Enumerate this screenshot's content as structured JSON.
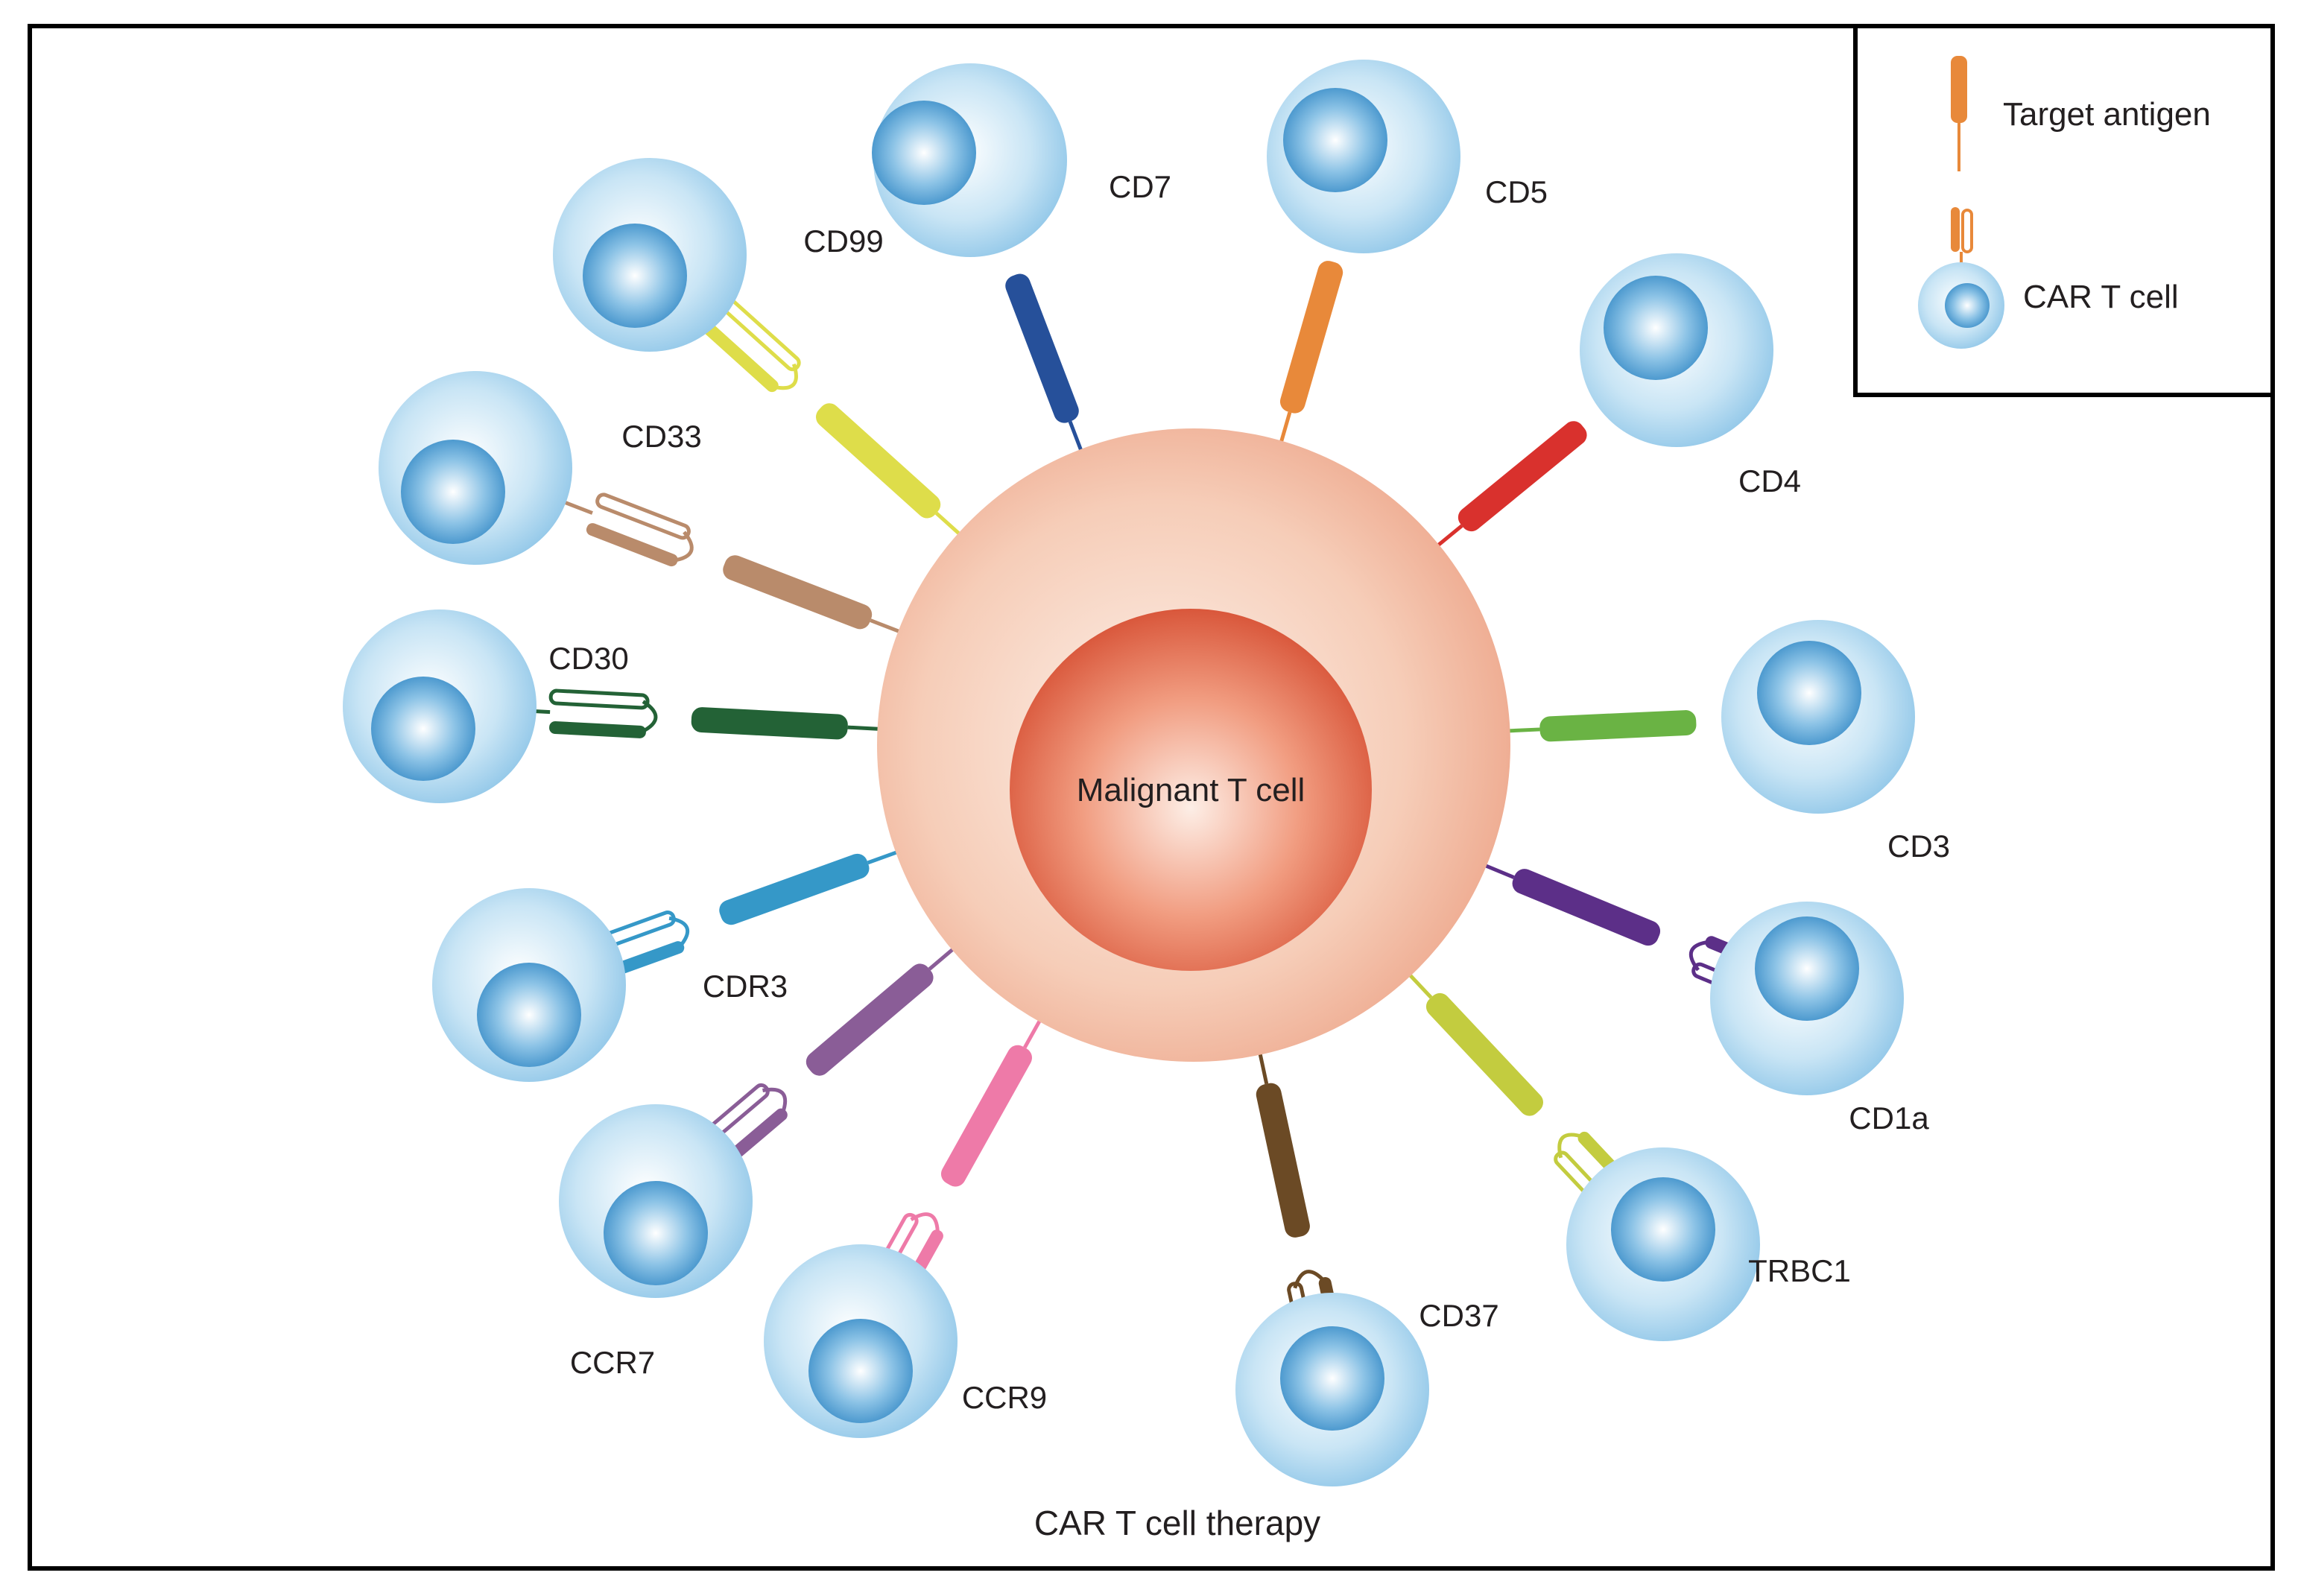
{
  "center": {
    "label": "Malignant T cell"
  },
  "caption": "CAR T cell therapy",
  "legend": {
    "antigen_label": "Target antigen",
    "car_t_label": "CAR T cell",
    "antigen_color": "#e8893a"
  },
  "targets": [
    {
      "id": "cd7",
      "label": "CD7",
      "color": "#26509a"
    },
    {
      "id": "cd5",
      "label": "CD5",
      "color": "#e8893a"
    },
    {
      "id": "cd4",
      "label": "CD4",
      "color": "#d9312d"
    },
    {
      "id": "cd3",
      "label": "CD3",
      "color": "#6ab344"
    },
    {
      "id": "cd1a",
      "label": "CD1a",
      "color": "#5c2f88"
    },
    {
      "id": "trbc1",
      "label": "TRBC1",
      "color": "#c3cc3f"
    },
    {
      "id": "cd37",
      "label": "CD37",
      "color": "#6b4a25"
    },
    {
      "id": "ccr9",
      "label": "CCR9",
      "color": "#ee7aa8"
    },
    {
      "id": "ccr7",
      "label": "CCR7",
      "color": "#8a5d97"
    },
    {
      "id": "cdr3",
      "label": "CDR3",
      "color": "#3598c8"
    },
    {
      "id": "cd30",
      "label": "CD30",
      "color": "#236236"
    },
    {
      "id": "cd33",
      "label": "CD33",
      "color": "#b98b6b"
    },
    {
      "id": "cd99",
      "label": "CD99",
      "color": "#dedd4a"
    }
  ]
}
